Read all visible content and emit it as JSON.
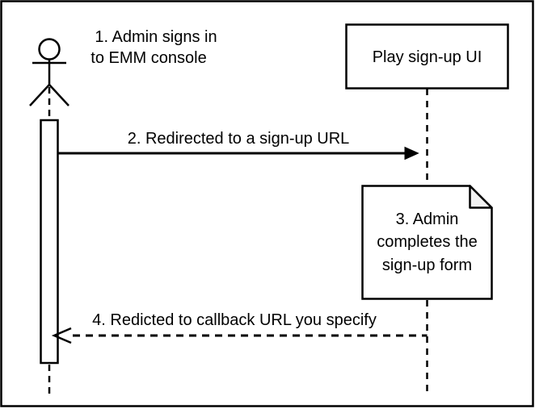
{
  "diagram": {
    "kind": "sequence-diagram",
    "actor": {
      "label_lines": [
        "1. Admin signs in",
        "to EMM console"
      ]
    },
    "participant": {
      "label": "Play sign-up UI"
    },
    "messages": [
      {
        "number": "2",
        "label": "2. Redirected to a sign-up URL",
        "style": "solid",
        "direction": "actor-to-participant"
      },
      {
        "number": "4",
        "label": "4. Redicted to callback URL you specify",
        "style": "dashed",
        "direction": "participant-to-actor"
      }
    ],
    "note": {
      "lines": [
        "3. Admin",
        "completes the",
        "sign-up form"
      ]
    },
    "colors": {
      "stroke": "#000000",
      "background": "#ffffff",
      "note_fold_fill": "#f2f2f2"
    }
  }
}
